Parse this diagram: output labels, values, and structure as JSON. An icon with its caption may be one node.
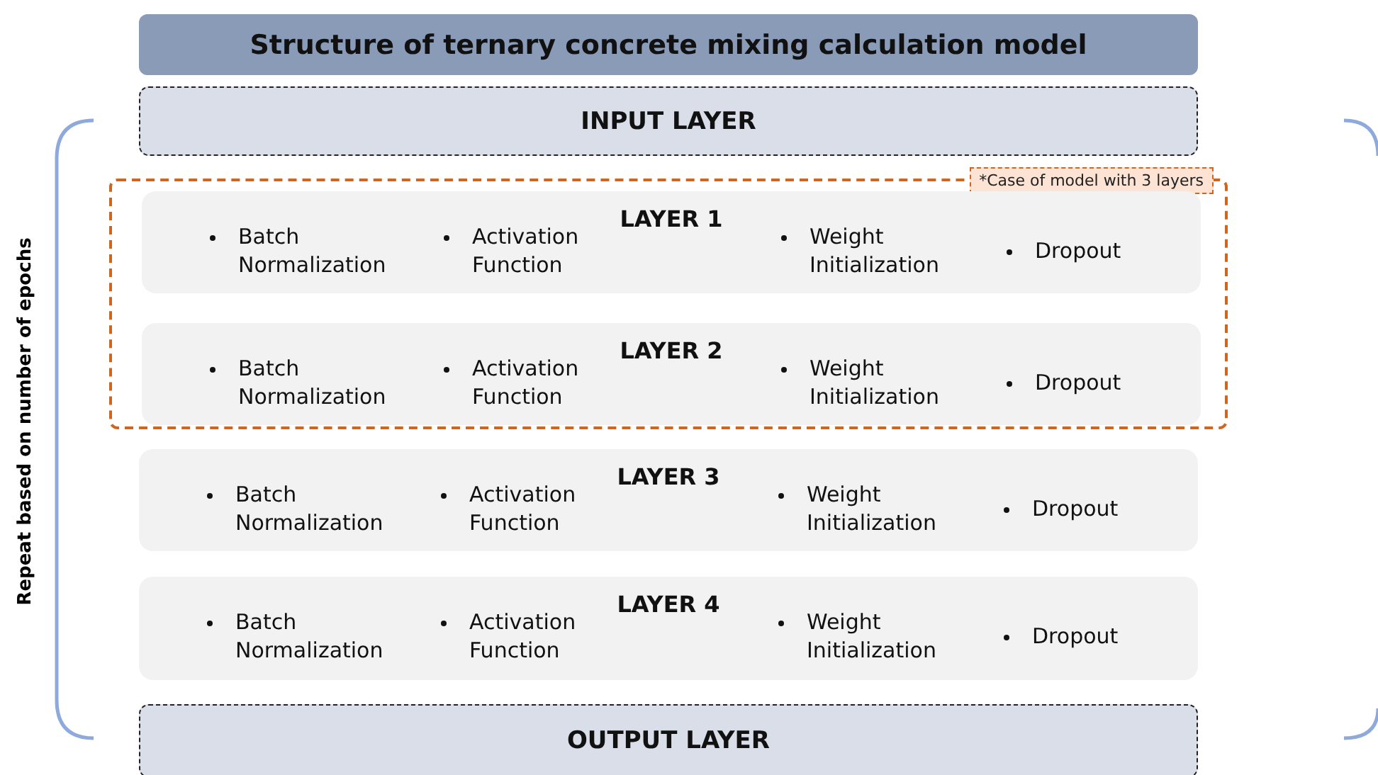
{
  "diagram": {
    "title": "Structure of ternary concrete mixing calculation model",
    "nodes": [
      {
        "text": [
          "INPUT LAYER"
        ]
      },
      {
        "text": [
          "*Case of model with 3 layers"
        ]
      },
      {
        "text": [
          "LAYER 1",
          "Batch Normalization",
          "Activation Function",
          "Weight Initialization",
          "Dropout"
        ],
        "in": 1
      },
      {
        "text": [
          "LAYER 2",
          "Batch Normalization",
          "Activation Function",
          "Weight Initialization",
          "Dropout"
        ],
        "in": 1
      },
      {
        "text": [
          "LAYER 3",
          "Batch Normalization",
          "Activation Function",
          "Weight Initialization",
          "Dropout"
        ]
      },
      {
        "text": [
          "LAYER 4",
          "Batch Normalization",
          "Activation Function",
          "Weight Initialization",
          "Dropout"
        ]
      },
      {
        "text": [
          "OUTPUT LAYER"
        ]
      }
    ],
    "labels": [
      "Repeat based on number of epochs"
    ]
  }
}
